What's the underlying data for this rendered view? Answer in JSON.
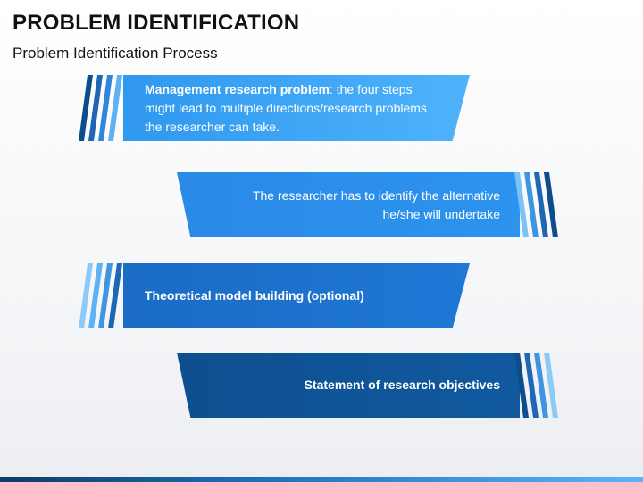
{
  "slide": {
    "title": "PROBLEM IDENTIFICATION",
    "subtitle": "Problem Identification Process"
  },
  "steps": [
    {
      "bold": "Management research problem",
      "text": ": the four steps might lead to multiple directions/research problems the researcher can take.",
      "color": "#3aa3f2"
    },
    {
      "bold": "",
      "text": "The researcher has to identify the alternative he/she will undertake",
      "color": "#2c8ee8"
    },
    {
      "bold": "Theoretical model building (optional)",
      "text": "",
      "color": "#1d71c9"
    },
    {
      "bold": "Statement of research objectives",
      "text": "",
      "color": "#0f5698"
    }
  ],
  "colors": {
    "stripe_dark": "#0d4d8c",
    "stripe_mid": "#2a7fd4",
    "stripe_light": "#7cc2f5"
  }
}
